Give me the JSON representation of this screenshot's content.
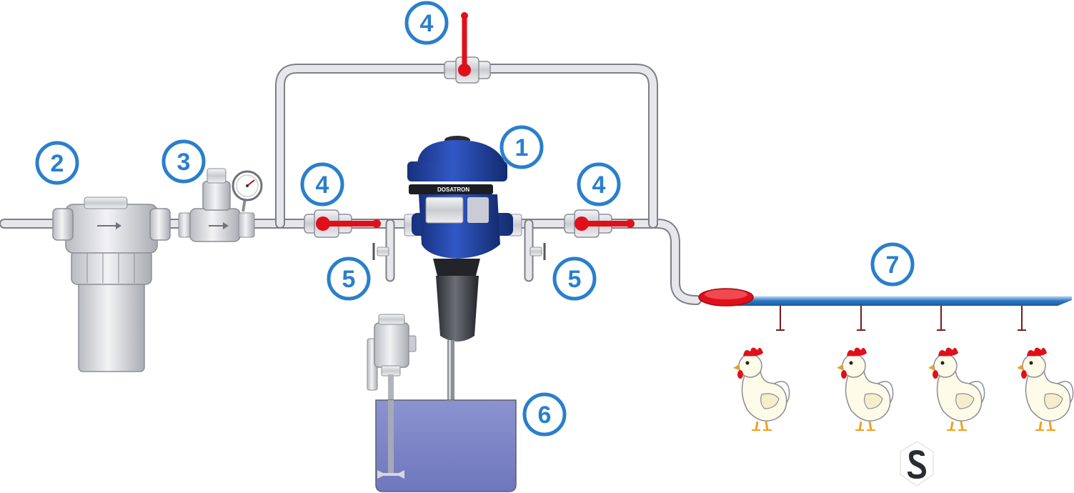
{
  "callouts": [
    {
      "id": "pump",
      "label": "1"
    },
    {
      "id": "filter",
      "label": "2"
    },
    {
      "id": "pressure-regulator",
      "label": "3"
    },
    {
      "id": "valve-bypass",
      "label": "4"
    },
    {
      "id": "valve-inlet",
      "label": "4"
    },
    {
      "id": "valve-outlet",
      "label": "4"
    },
    {
      "id": "drain-left",
      "label": "5"
    },
    {
      "id": "drain-right",
      "label": "5"
    },
    {
      "id": "tank",
      "label": "6"
    },
    {
      "id": "drinker-line",
      "label": "7"
    }
  ],
  "dosatron_brand": "DOSATRON",
  "logo": {
    "title": "SHEWUYOU",
    "subtitle": "Livestock Equipment"
  },
  "colors": {
    "pipe_fill": "#e7e7eb",
    "pipe_outline": "#7d8088",
    "callout_ring": "#2a7fcb",
    "valve_red": "#e0101a",
    "pump_blue": "#1e3f9f",
    "tank_fill": "#7d86c8",
    "drinker_blue": "#2c78c4"
  },
  "icons": [
    "pump-icon",
    "filter-icon",
    "pressure-regulator-icon",
    "ball-valve-icon",
    "drain-tap-icon",
    "mixer-motor-icon",
    "chicken-icon",
    "logo-icon"
  ]
}
